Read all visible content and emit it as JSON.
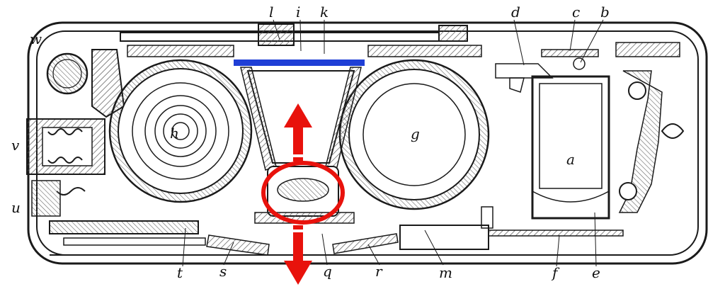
{
  "labels": {
    "top": [
      "l",
      "i",
      "k",
      "d",
      "c",
      "b"
    ],
    "left": [
      "w",
      "v",
      "u"
    ],
    "center": [
      "h",
      "g",
      "a"
    ],
    "bottom": [
      "t",
      "s",
      "q",
      "r",
      "m",
      "f",
      "e"
    ]
  },
  "colors": {
    "ink": "#1a1a1a",
    "hatch": "#555555",
    "film_marker": "#1f3fd6",
    "arrow": "#e8120c",
    "circle": "#e8120c",
    "paper": "#ffffff"
  }
}
